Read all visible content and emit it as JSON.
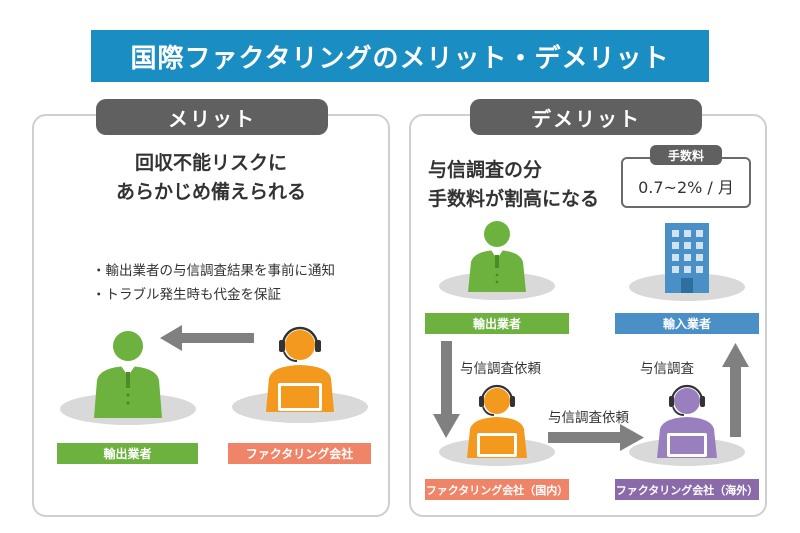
{
  "title": "国際ファクタリングのメリット・デメリット",
  "merit": {
    "heading": "メリット",
    "lines": [
      "回収不能リスクに",
      "あらかじめ備えられる"
    ],
    "bullets": [
      "・輸出業者の与信調査結果を事前に通知",
      "・トラブル発生時も代金を保証"
    ],
    "exporter_label": "輸出業者",
    "factoring_label": "ファクタリング会社"
  },
  "demerit": {
    "heading": "デメリット",
    "lines": [
      "与信調査の分",
      "手数料が割高になる"
    ],
    "fee": {
      "tag": "手数料",
      "value": "0.7~2% / 月"
    },
    "exporter_label": "輸出業者",
    "importer_label": "輸入業者",
    "domestic_label": "ファクタリング会社（国内）",
    "overseas_label": "ファクタリング会社（海外）",
    "arrow_request_down": "与信調査依頼",
    "arrow_request_right": "与信調査依頼",
    "arrow_check_up": "与信調査"
  },
  "colors": {
    "title_bg": "#1a8ec2",
    "green": "#6db23f",
    "orange": "#f39a1e",
    "salmon": "#ef8468",
    "purple": "#9a7fbf",
    "purple_label": "#8a6aa8",
    "blue": "#4a8fc6",
    "gray": "#808080"
  }
}
